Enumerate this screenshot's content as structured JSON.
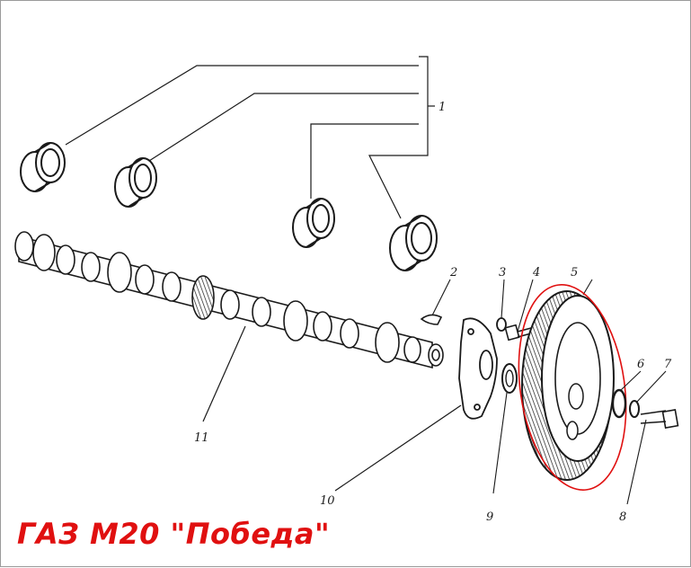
{
  "caption": "ГАЗ М20 \"Победа\"",
  "colors": {
    "ink": "#1a1a1a",
    "highlight": "#e01010",
    "background": "#ffffff"
  },
  "callouts": {
    "c1": "1",
    "c2": "2",
    "c3": "3",
    "c4": "4",
    "c5": "5",
    "c6": "6",
    "c7": "7",
    "c8": "8",
    "c9": "9",
    "c10": "10",
    "c11": "11"
  },
  "highlighted_part": "5"
}
